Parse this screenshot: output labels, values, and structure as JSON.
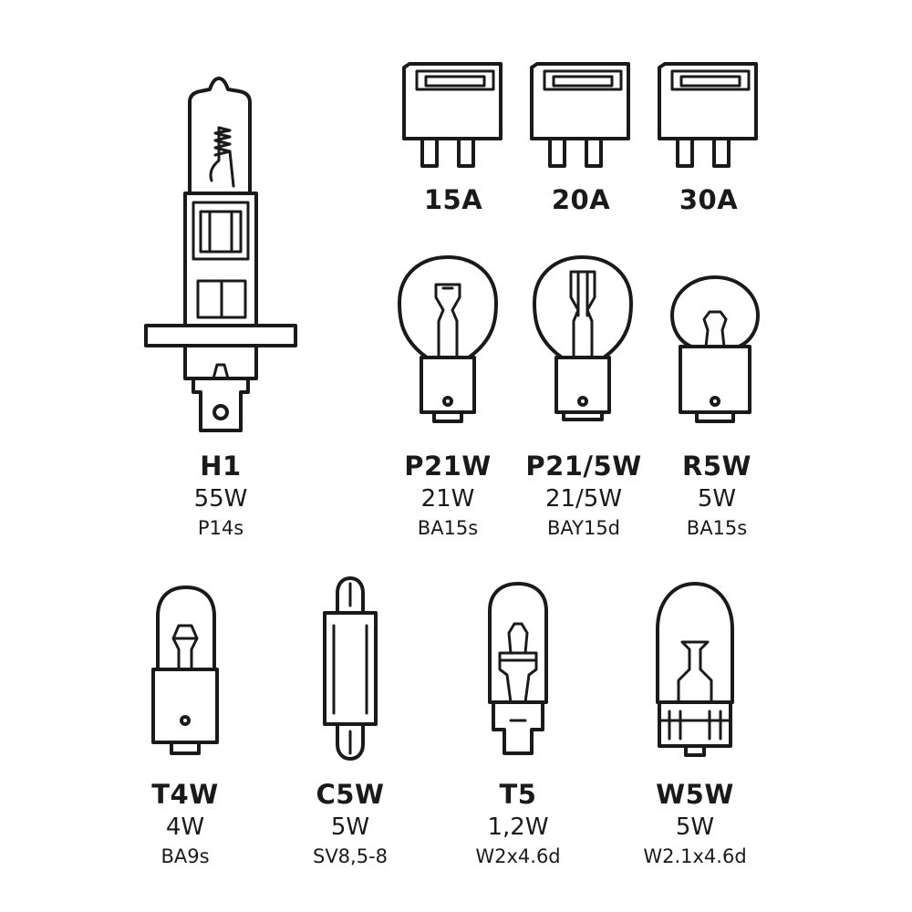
{
  "fuses": [
    {
      "id": "15a",
      "label": "15A"
    },
    {
      "id": "20a",
      "label": "20A"
    },
    {
      "id": "30a",
      "label": "30A"
    }
  ],
  "bulbs": [
    {
      "id": "h1",
      "name": "H1",
      "power": "55W",
      "base": "P14s"
    },
    {
      "id": "p21w",
      "name": "P21W",
      "power": "21W",
      "base": "BA15s"
    },
    {
      "id": "p215w",
      "name": "P21/5W",
      "power": "21/5W",
      "base": "BAY15d"
    },
    {
      "id": "r5w",
      "name": "R5W",
      "power": "5W",
      "base": "BA15s"
    },
    {
      "id": "t4w",
      "name": "T4W",
      "power": "4W",
      "base": "BA9s"
    },
    {
      "id": "c5w",
      "name": "C5W",
      "power": "5W",
      "base": "SV8,5-8"
    },
    {
      "id": "t5",
      "name": "T5",
      "power": "1,2W",
      "base": "W2x4.6d"
    },
    {
      "id": "w5w",
      "name": "W5W",
      "power": "5W",
      "base": "W2.1x4.6d"
    }
  ],
  "colors": {
    "ink": "#1a1a1a",
    "background": "#ffffff"
  }
}
